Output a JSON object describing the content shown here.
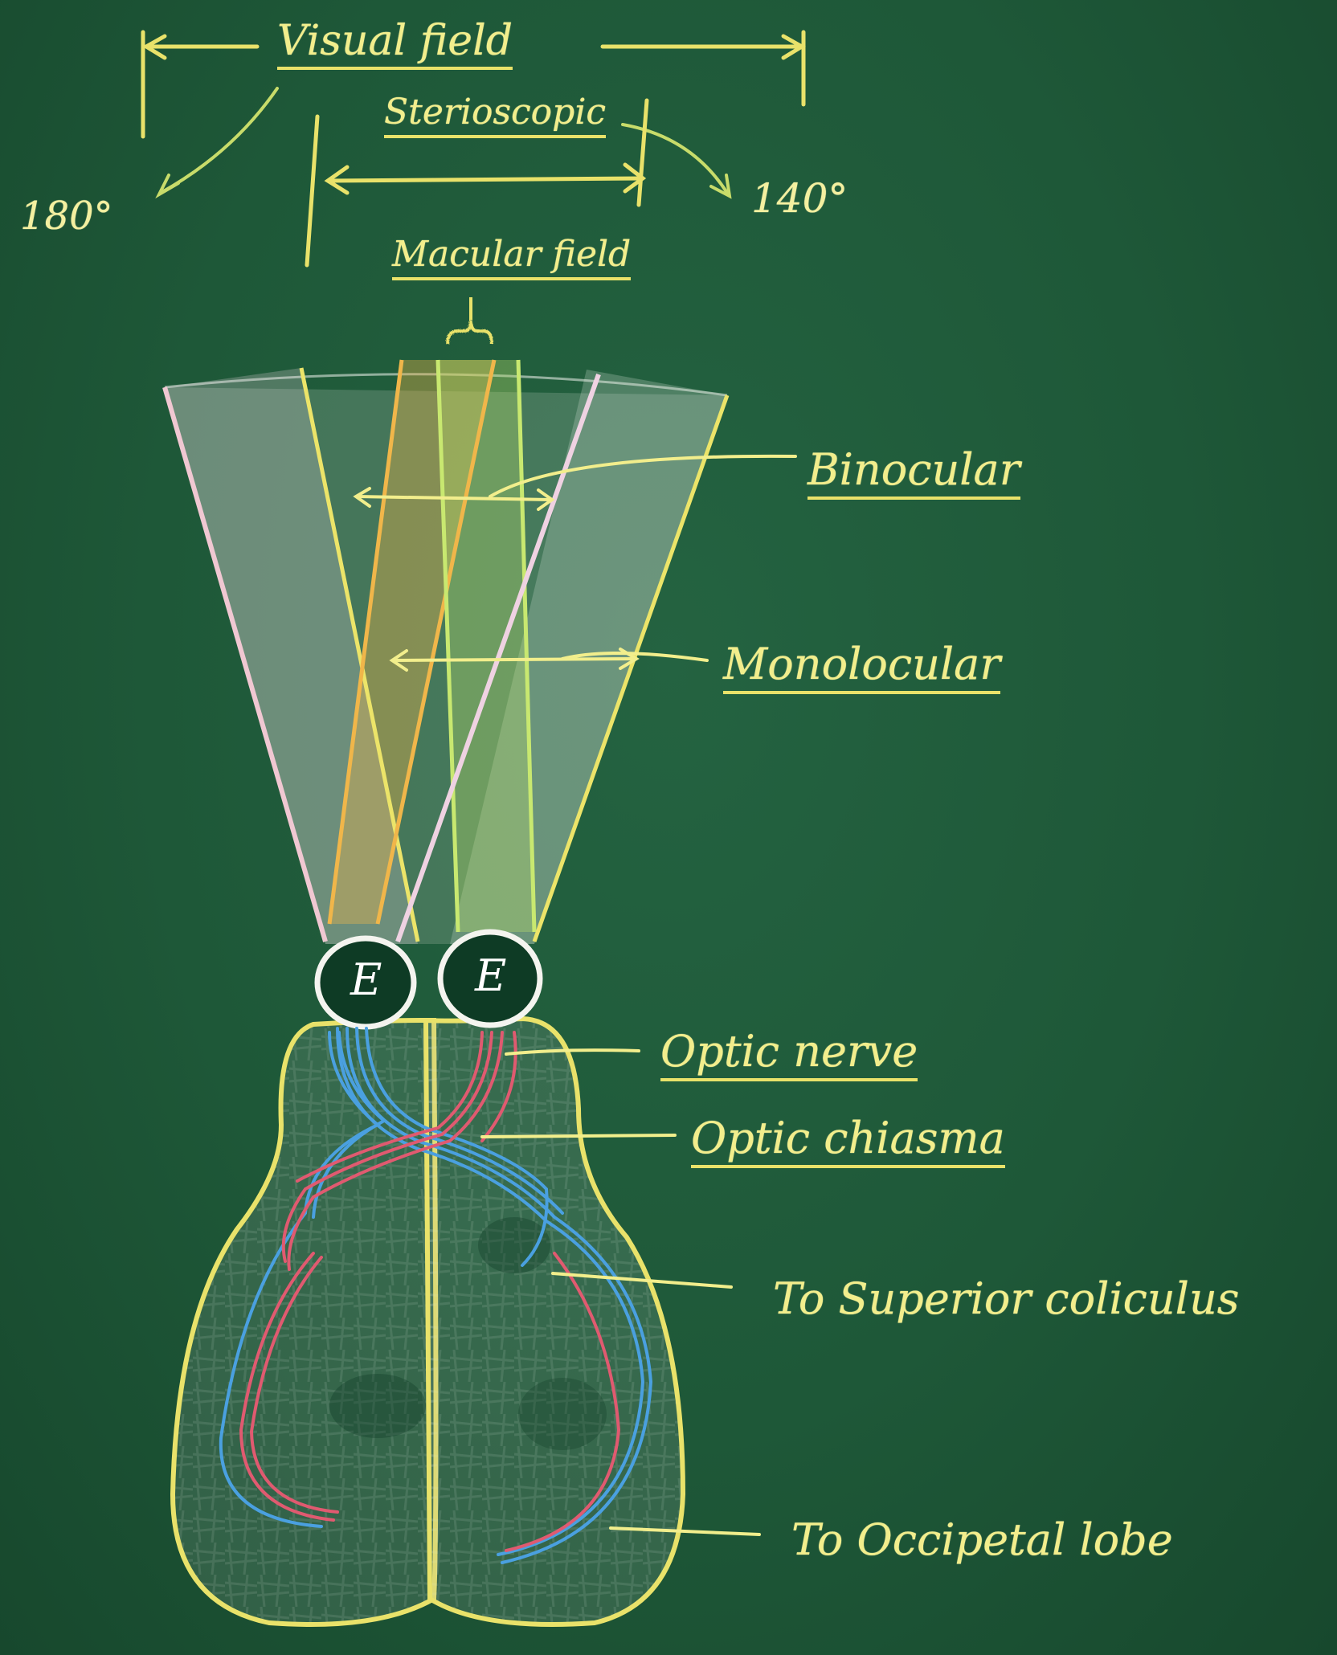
{
  "labels": {
    "visual_field": "Visual field",
    "deg_180": "180°",
    "stereoscopic": "Sterioscopic",
    "deg_140": "140°",
    "macular_field": "Macular field",
    "binocular": "Binocular",
    "monolocular": "Monolocular",
    "optic_nerve": "Optic nerve",
    "optic_chiasma": "Optic chiasma",
    "to_superior_coliculus": "To Superior coliculus",
    "to_occipetal_lobe": "To Occipetal lobe",
    "eye_left": "E",
    "eye_right": "E"
  },
  "colors": {
    "board": "#1f5a3a",
    "chalk_yellow": "#e9e26a",
    "chalk_white": "#f2f2ee",
    "chalk_pink": "#efc0cc",
    "chalk_orange": "#f0b64a",
    "chalk_green": "#c8e870",
    "nerve_blue": "#4aa0e0",
    "nerve_red": "#e05a70"
  }
}
